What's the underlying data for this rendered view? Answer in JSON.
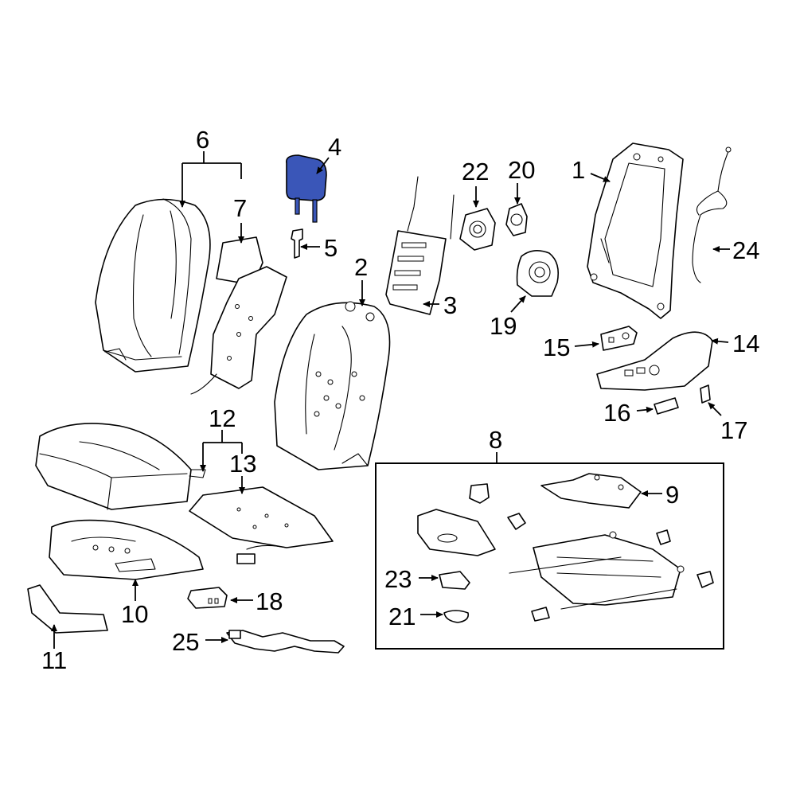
{
  "colors": {
    "highlight": "#3a56b8",
    "line": "#000000",
    "background": "#ffffff"
  },
  "callouts": [
    "1",
    "2",
    "3",
    "4",
    "5",
    "6",
    "7",
    "8",
    "9",
    "10",
    "11",
    "12",
    "13",
    "14",
    "15",
    "16",
    "17",
    "18",
    "19",
    "20",
    "21",
    "22",
    "23",
    "24",
    "25"
  ]
}
